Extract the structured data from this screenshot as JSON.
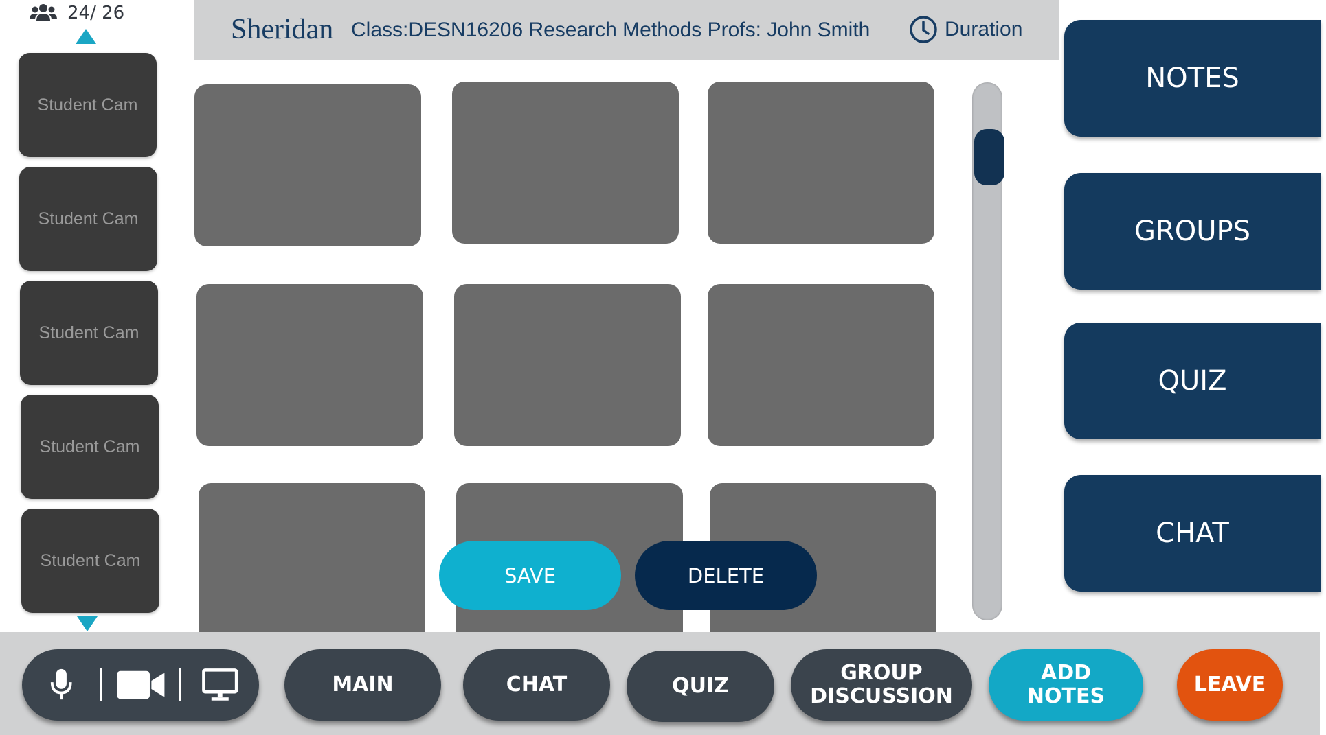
{
  "participants": {
    "count": "24/ 26"
  },
  "header": {
    "brand": "Sheridan",
    "class_info": "Class:DESN16206 Research Methods Profs:  John Smith",
    "duration": "Duration"
  },
  "student_cams": [
    "Student Cam",
    "Student Cam",
    "Student Cam",
    "Student Cam",
    "Student Cam"
  ],
  "side_buttons": [
    "NOTES",
    "GROUPS",
    "QUIZ",
    "CHAT"
  ],
  "actions": {
    "save": "SAVE",
    "delete": "DELETE"
  },
  "bottom_bar": {
    "main": "MAIN",
    "chat": "CHAT",
    "quiz": "QUIZ",
    "group_discussion_1": "GROUP",
    "group_discussion_2": "DISCUSSION",
    "add_notes_1": "ADD",
    "add_notes_2": "NOTES",
    "leave": "LEAVE"
  },
  "colors": {
    "navy": "#143a5e",
    "cyan": "#0fb0cf",
    "dark_pill": "#3b444d",
    "leave": "#e2530f",
    "tile_gray": "#6b6b6b"
  },
  "icons": [
    "people-icon",
    "scroll-up-icon",
    "scroll-down-icon",
    "clock-icon",
    "microphone-icon",
    "camera-icon",
    "screen-share-icon"
  ]
}
